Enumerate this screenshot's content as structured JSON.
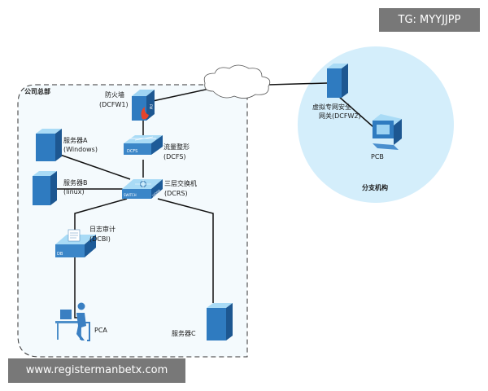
{
  "watermark": {
    "tg": "TG: MYYJJPP",
    "url": "www.registermanbetx.com"
  },
  "hq": {
    "title": "公司总部"
  },
  "branch": {
    "title": "分支机构"
  },
  "devices": {
    "fw": {
      "name": "防火墙",
      "code": "(DCFW1)"
    },
    "dcfs": {
      "name": "流量整形",
      "code": "(DCFS)",
      "icon_text": "DCFS"
    },
    "dcrs": {
      "name": "三层交换机",
      "code": "(DCRS)",
      "icon_text": "SWITCH",
      "icon_text2": "1000M"
    },
    "server_a": {
      "name": "服务器A",
      "code": "(Windows)"
    },
    "server_b": {
      "name": "服务器B",
      "code": "(linux)"
    },
    "dcbi": {
      "name": "日志审计",
      "code": "(DCBI)",
      "icon_text": "DB"
    },
    "server_c": {
      "name": "服务器C"
    },
    "pca": {
      "name": "PCA"
    },
    "dcfw2": {
      "name": "虚拟专网安全",
      "name2": "网关(DCFW2)"
    },
    "pcb": {
      "name": "PCB"
    }
  },
  "colors": {
    "device_blue": "#2e76b6",
    "device_light": "#7fc0ea",
    "branch_fill": "#d4eefb",
    "hq_fill": "#f4fafd",
    "cloud_fill": "#ffffff"
  },
  "icons": [
    "firewall-icon",
    "traffic-shaper-icon",
    "l3-switch-icon",
    "server-icon",
    "log-audit-icon",
    "workstation-icon",
    "vpn-gateway-icon",
    "pc-icon",
    "cloud-icon"
  ]
}
